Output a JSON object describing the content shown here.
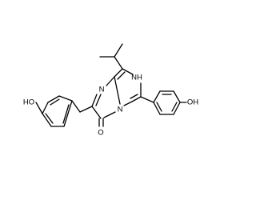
{
  "structure": {
    "atom_labels": {
      "nh": "NH",
      "n_imine": "N",
      "n_bridge": "N",
      "oxo": "O",
      "oh_left": "HO",
      "oh_right": "OH"
    },
    "colors": {
      "background": "#ffffff",
      "bond": "#000000",
      "label": "#000000"
    }
  }
}
